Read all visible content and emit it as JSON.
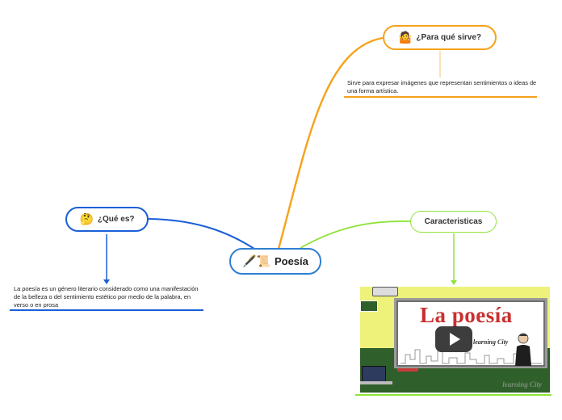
{
  "center": {
    "emoji": "🖋️📜",
    "label": "Poesía",
    "color": "#2f7fd1"
  },
  "branches": {
    "que_es": {
      "emoji": "🤔",
      "label": "¿Qué es?",
      "color": "#1a5fd8",
      "note": "La poesía es un género literario considerado como una manifestación de la belleza o del sentimiento estético por medio de la palabra, en verso o en prosa"
    },
    "para_que": {
      "emoji": "🤷",
      "label": "¿Para qué sirve?",
      "color": "#f5a21b",
      "note": "Sirve para expresar imágenes que representan sentimientos o ideas de una forma artística."
    },
    "caracteristicas": {
      "label": "Caracteristicas",
      "color": "#8fe33a",
      "video": {
        "title": "La poesía",
        "subtitle": "learning City",
        "watermark": "learning City"
      }
    }
  }
}
